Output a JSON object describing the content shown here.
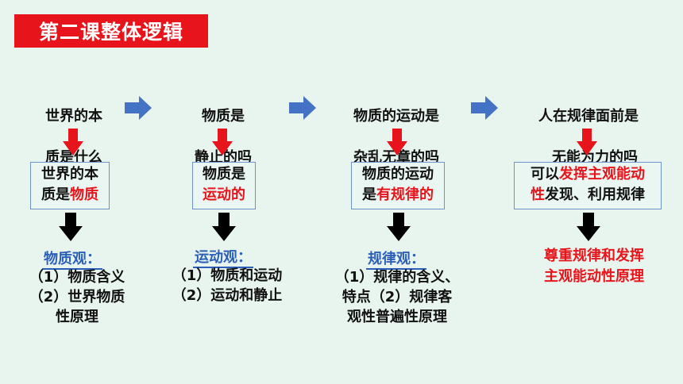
{
  "title": "第二课整体逻辑",
  "columns": [
    {
      "question_lines": [
        "世界的本",
        "质是什么"
      ],
      "answer_lines": [
        [
          {
            "t": "世界的本",
            "red": false
          }
        ],
        [
          {
            "t": "质是",
            "red": false
          },
          {
            "t": "物质",
            "red": true
          }
        ]
      ],
      "view_title": "物质观：",
      "details": [
        "（1）物质含义",
        "（2）世界物质",
        "性原理"
      ]
    },
    {
      "question_lines": [
        "物质是",
        "静止的吗"
      ],
      "answer_lines": [
        [
          {
            "t": "物质是",
            "red": false
          }
        ],
        [
          {
            "t": "运动的",
            "red": true
          }
        ]
      ],
      "view_title": "运动观：",
      "details": [
        "（1）物质和运动",
        "（2）运动和静止"
      ]
    },
    {
      "question_lines": [
        "物质的运动是",
        "杂乱无章的吗"
      ],
      "answer_lines": [
        [
          {
            "t": "物质的运动",
            "red": false
          }
        ],
        [
          {
            "t": "是",
            "red": false
          },
          {
            "t": "有规律的",
            "red": true
          }
        ]
      ],
      "view_title": "规律观：",
      "details": [
        "（1）规律的含义、",
        "特点（2）规律客",
        "观性普遍性原理"
      ]
    },
    {
      "question_lines": [
        "人在规律面前是",
        "无能为力的吗"
      ],
      "answer_lines": [
        [
          {
            "t": "可以",
            "red": false
          },
          {
            "t": "发挥主观能动",
            "red": true
          }
        ],
        [
          {
            "t": "性",
            "red": true
          },
          {
            "t": "发现、利用规律",
            "red": false
          }
        ]
      ],
      "conclusion_lines": [
        "尊重规律和发挥",
        "主观能动性原理"
      ]
    }
  ],
  "colors": {
    "title_bg": "#e8141b",
    "red_arrow": "#e8141b",
    "blue_arrow": "#4472c4",
    "black_arrow": "#000000",
    "view_blue": "#2b5fb8",
    "box_border": "#6d93c9"
  }
}
